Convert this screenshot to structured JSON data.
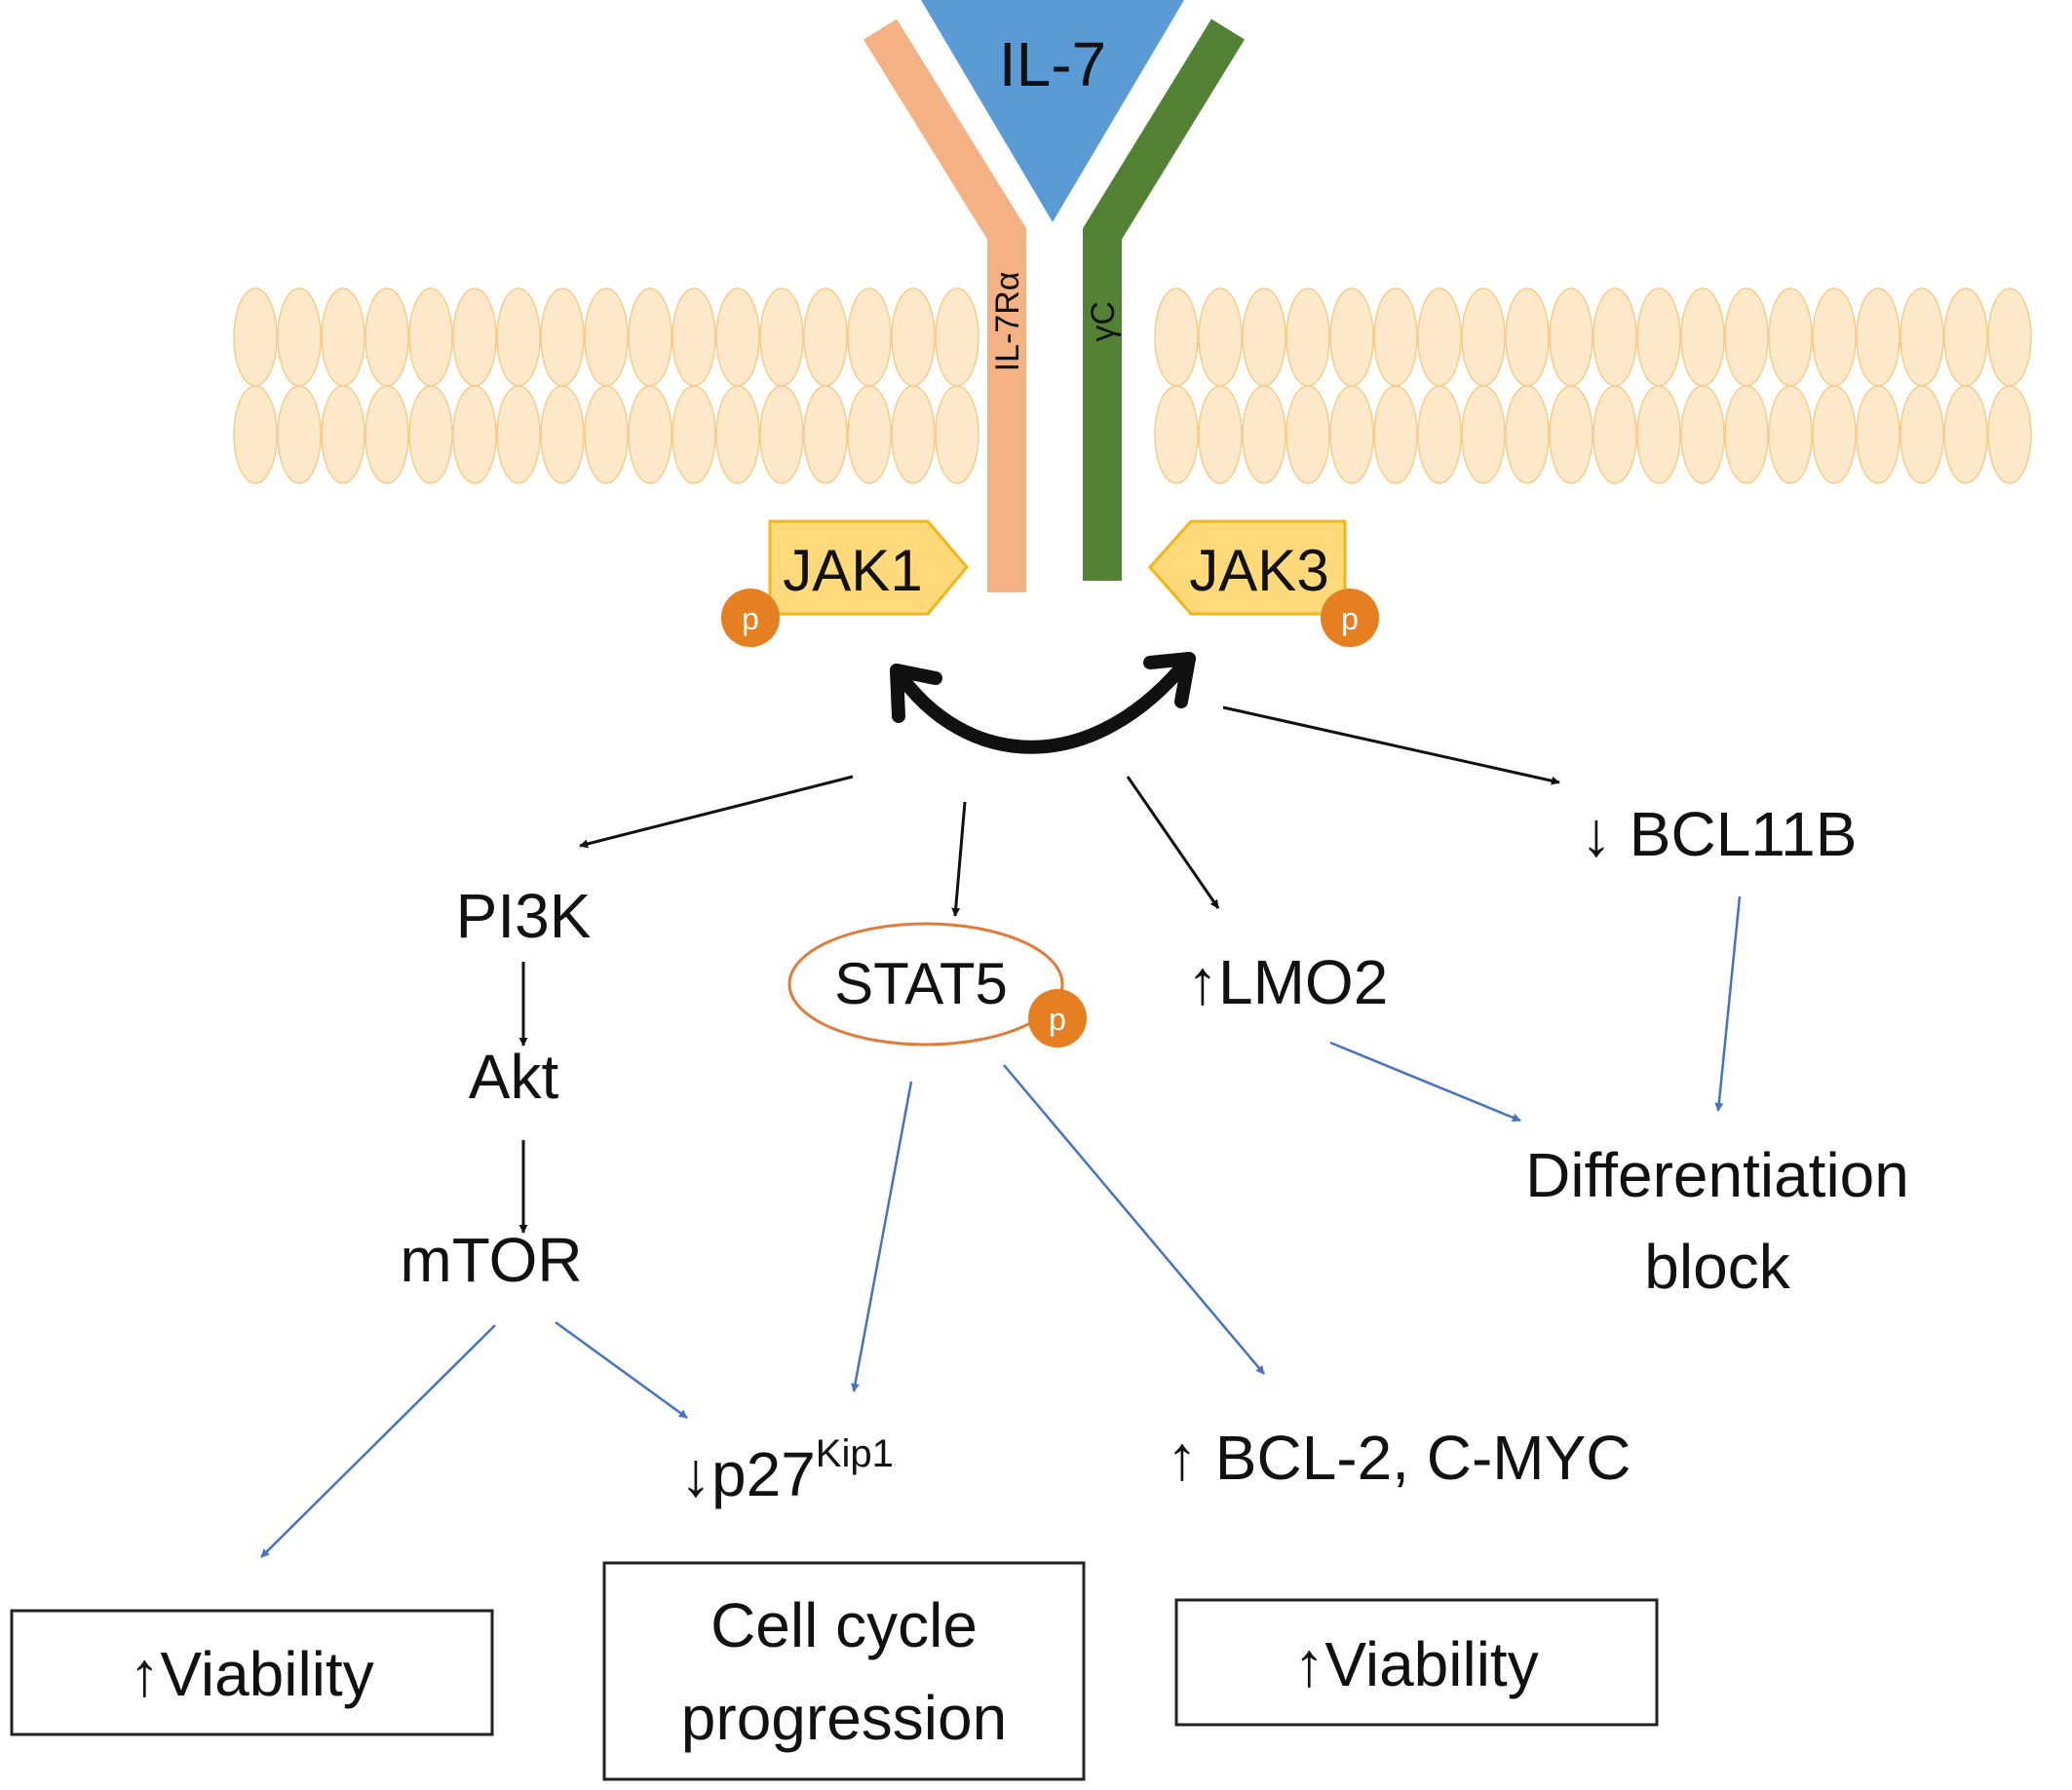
{
  "ligand": {
    "label": "IL-7"
  },
  "receptor": {
    "alpha_label": "IL-7Rα",
    "gamma_label": "γC"
  },
  "kinases": {
    "jak1": "JAK1",
    "jak3": "JAK3",
    "phospho": "p"
  },
  "nodes": {
    "pi3k": "PI3K",
    "akt": "Akt",
    "mtor": "mTOR",
    "stat5": "STAT5",
    "lmo2": "↑LMO2",
    "bcl11b": "↓ BCL11B",
    "p27_main": "↓p27",
    "p27_sup": "Kip1",
    "bcl2_cmyc": "↑ BCL-2, C-MYC",
    "diff_line1": "Differentiation",
    "diff_line2": "block"
  },
  "outcomes": {
    "viability_left": "↑Viability",
    "cell_cycle_line1": "Cell cycle",
    "cell_cycle_line2": "progression",
    "viability_right": "↑Viability"
  },
  "colors": {
    "ligand": "#5b9bd5",
    "il7ra": "#f4b183",
    "gamma_c": "#548235",
    "membrane_fill": "#fde9c9",
    "membrane_stroke": "#f8cb8b",
    "jak_fill": "#ffd97a",
    "jak_stroke": "#f2b619",
    "phospho": "#e67e22",
    "black_arrow": "#111111",
    "blue_arrow": "#4472c4",
    "stat5_outline": "#e07b39"
  }
}
